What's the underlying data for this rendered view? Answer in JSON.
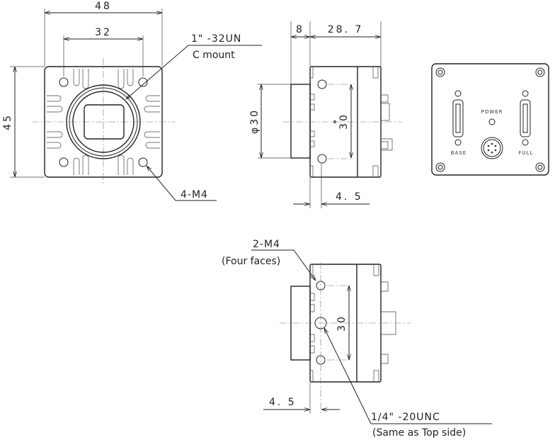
{
  "front_view": {
    "width_dim": "48",
    "hole_spacing_dim": "32",
    "height_dim": "45",
    "mount_thread": "1\" -32UN",
    "mount_type": "C mount",
    "screw_holes": "4-M4"
  },
  "side_view": {
    "lens_length_dim": "8",
    "body_length_dim": "28. 7",
    "mount_diameter_dim": "φ30",
    "hole_spacing_dim": "30",
    "hole_offset_dim": "4. 5"
  },
  "rear_view": {
    "power_label": "POWER",
    "base_label": "BASE",
    "full_label": "FULL"
  },
  "bottom_view": {
    "screw_holes": "2-M4",
    "screw_holes_note": "(Four faces)",
    "hole_spacing_dim": "30",
    "hole_offset_dim": "4. 5",
    "tripod_thread": "1/4\" -20UNC",
    "tripod_note": "(Same as Top side)"
  }
}
